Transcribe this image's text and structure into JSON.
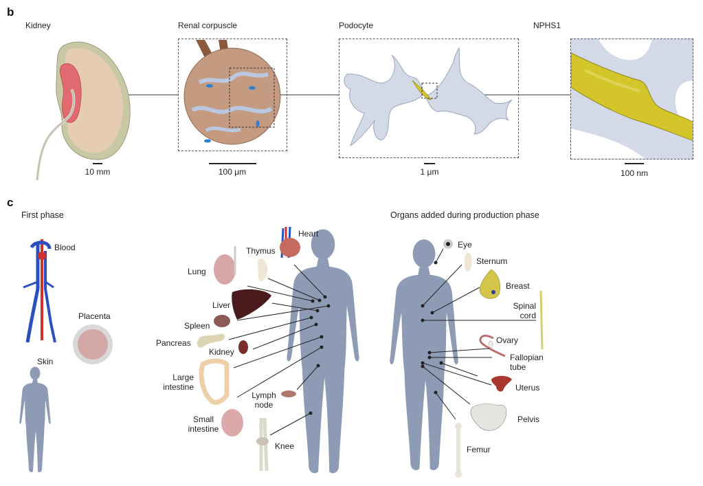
{
  "panel_b": {
    "letter": "b",
    "stages": [
      {
        "title": "Kidney",
        "scale": "10 mm"
      },
      {
        "title": "Renal corpuscle",
        "scale": "100 μm"
      },
      {
        "title": "Podocyte",
        "scale": "1 μm"
      },
      {
        "title": "NPHS1",
        "scale": "100 nm"
      }
    ]
  },
  "panel_c": {
    "letter": "c",
    "first_phase": {
      "title": "First phase",
      "organs": [
        "Blood",
        "Placenta",
        "Skin"
      ],
      "body_organs": [
        "Heart",
        "Thymus",
        "Lung",
        "Liver",
        "Spleen",
        "Pancreas",
        "Kidney",
        "Large intestine",
        "Lymph node",
        "Small intestine",
        "Knee"
      ],
      "labels": {
        "heart": "Heart",
        "thymus": "Thymus",
        "lung": "Lung",
        "liver": "Liver",
        "spleen": "Spleen",
        "pancreas": "Pancreas",
        "kidney": "Kidney",
        "large_intestine_1": "Large",
        "large_intestine_2": "intestine",
        "lymph_node_1": "Lymph",
        "lymph_node_2": "node",
        "small_intestine_1": "Small",
        "small_intestine_2": "intestine",
        "knee": "Knee",
        "blood": "Blood",
        "placenta": "Placenta",
        "skin": "Skin"
      }
    },
    "production_phase": {
      "title": "Organs added during production phase",
      "organs": [
        "Eye",
        "Sternum",
        "Breast",
        "Spinal cord",
        "Ovary",
        "Fallopian tube",
        "Uterus",
        "Pelvis",
        "Femur"
      ],
      "labels": {
        "eye": "Eye",
        "sternum": "Sternum",
        "breast": "Breast",
        "spinal_cord_1": "Spinal",
        "spinal_cord_2": "cord",
        "ovary": "Ovary",
        "fallopian_1": "Fallopian",
        "fallopian_2": "tube",
        "uterus": "Uterus",
        "pelvis": "Pelvis",
        "femur": "Femur"
      }
    }
  },
  "colors": {
    "body_silhouette": "#8e9bb5",
    "podocyte": "#d3d9e6",
    "nphs1": "#d4c52a",
    "kidney_capsule": "#c9c8a6",
    "kidney_cortex": "#e6cdb2",
    "kidney_pelvis": "#e06a70",
    "glomerulus": "#c49a80",
    "vessel_blue": "#2a4fbf",
    "vessel_red": "#d3302b"
  }
}
